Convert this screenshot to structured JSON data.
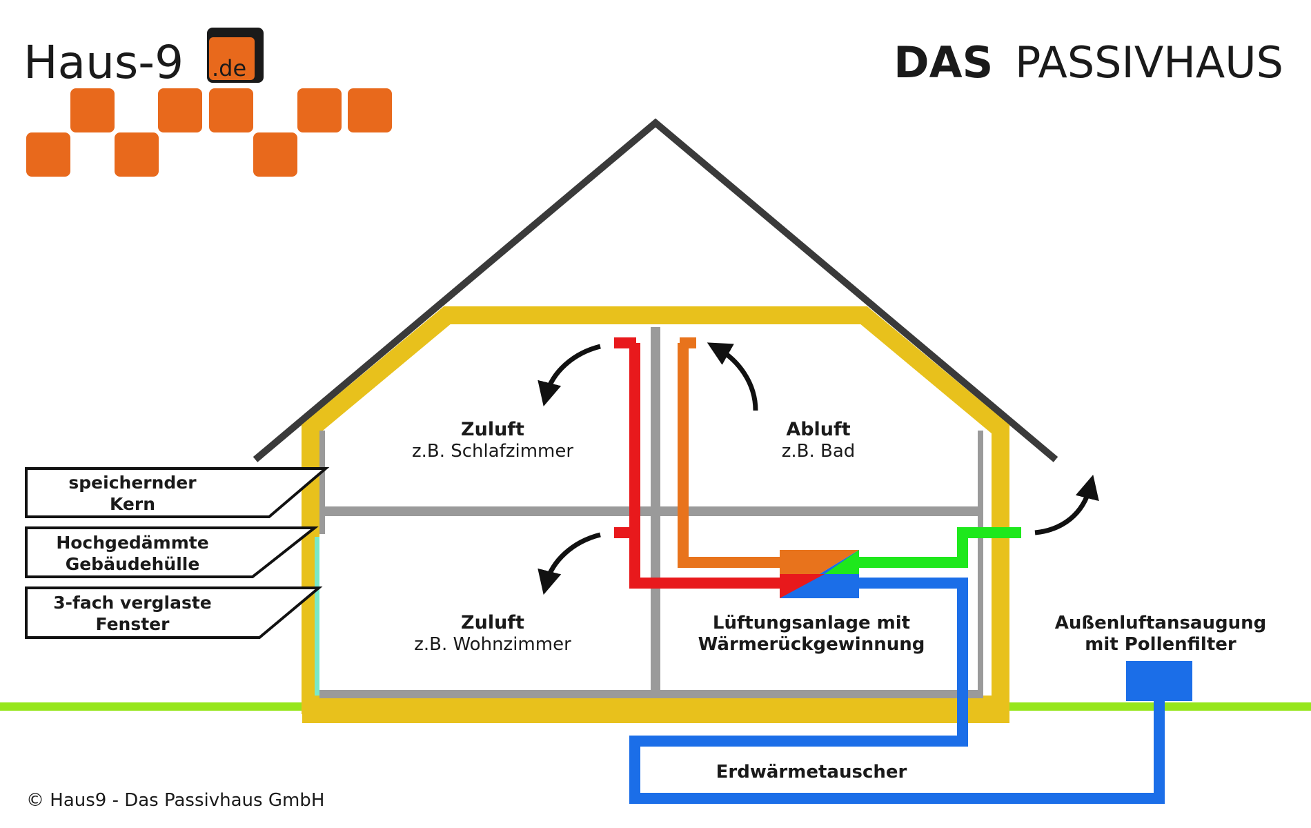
{
  "logo": {
    "text": "Haus-9",
    "suffix": ".de"
  },
  "title": {
    "bold": "DAS",
    "rest": "PASSIVHAUS"
  },
  "rooms": {
    "upper_left": {
      "name": "Zuluft",
      "desc": "z.B. Schlafzimmer"
    },
    "upper_right": {
      "name": "Abluft",
      "desc": "z.B. Bad"
    },
    "lower_left": {
      "name": "Zuluft",
      "desc": "z.B. Wohnzimmer"
    },
    "lower_right": {
      "line1": "Lüftungsanlage mit",
      "line2": "Wärmerückgewinnung"
    }
  },
  "callouts": [
    {
      "line1": "speichernder",
      "line2": "Kern"
    },
    {
      "line1": "Hochgedämmte",
      "line2": "Gebäudehülle"
    },
    {
      "line1": "3-fach verglaste",
      "line2": "Fenster"
    }
  ],
  "intake": {
    "line1": "Außenluftansaugung",
    "line2": "mit Pollenfilter"
  },
  "ground_exchanger": "Erdwärmetauscher",
  "copyright": "© Haus9 - Das Passivhaus GmbH",
  "colors": {
    "logo_orange": "#e8691c",
    "roof": "#3a3a3a",
    "insulation": "#e8c11c",
    "core": "#9a9a9a",
    "supply_air": "#e8191c",
    "exhaust_air": "#e8731c",
    "outgoing_air": "#1ee81c",
    "fresh_air": "#1b6ee8",
    "window": "#7ae8c8",
    "ground": "#96e61c"
  }
}
